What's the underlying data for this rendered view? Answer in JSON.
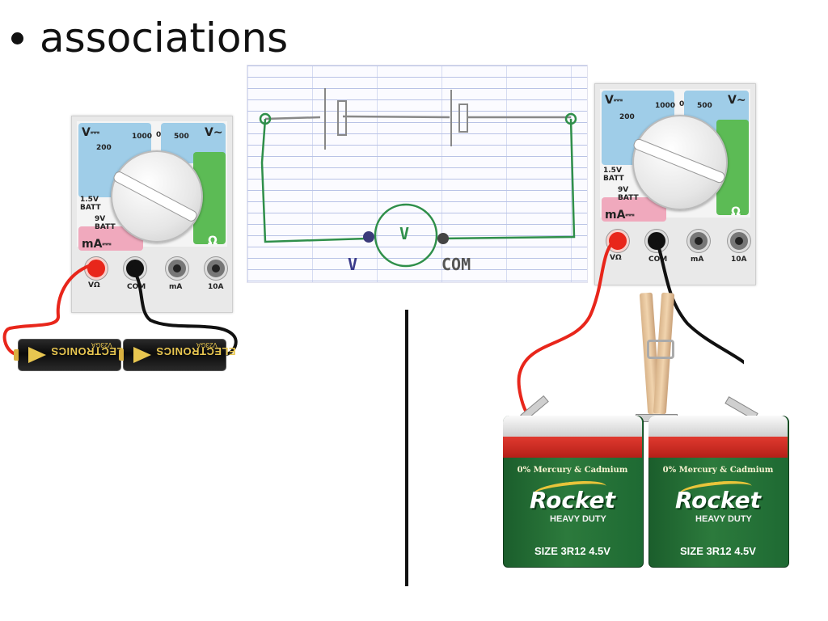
{
  "title": "associations",
  "sketch": {
    "label_v": "V",
    "label_com": "COM",
    "meter_symbol": "V"
  },
  "meter": {
    "dc_volts": "V⎓",
    "ac_volts": "V∼",
    "ohm": "Ω",
    "battery_test": "1.5V BATT",
    "batt_9v": "9V BATT",
    "ma_dc": "mA⎓",
    "jack_vohm": "VΩ",
    "jack_com": "COM",
    "jack_ma": "mA",
    "jack_10a": "10A",
    "range_1000": "1000",
    "range_500": "500",
    "range_200": "200",
    "range_zero": "0"
  },
  "small_battery": {
    "brand": "ELECTRONICS",
    "model": "V23GA"
  },
  "flat_battery": {
    "top_text": "0% Mercury & Cadmium",
    "brand": "Rocket",
    "sub": "HEAVY DUTY",
    "size": "SIZE 3R12 4.5V"
  },
  "colors": {
    "wire_red": "#e8261b",
    "wire_black": "#111111",
    "sketch_green": "#2f8f4a",
    "sketch_grey": "#888888",
    "sketch_blue": "#3a3a8a"
  }
}
